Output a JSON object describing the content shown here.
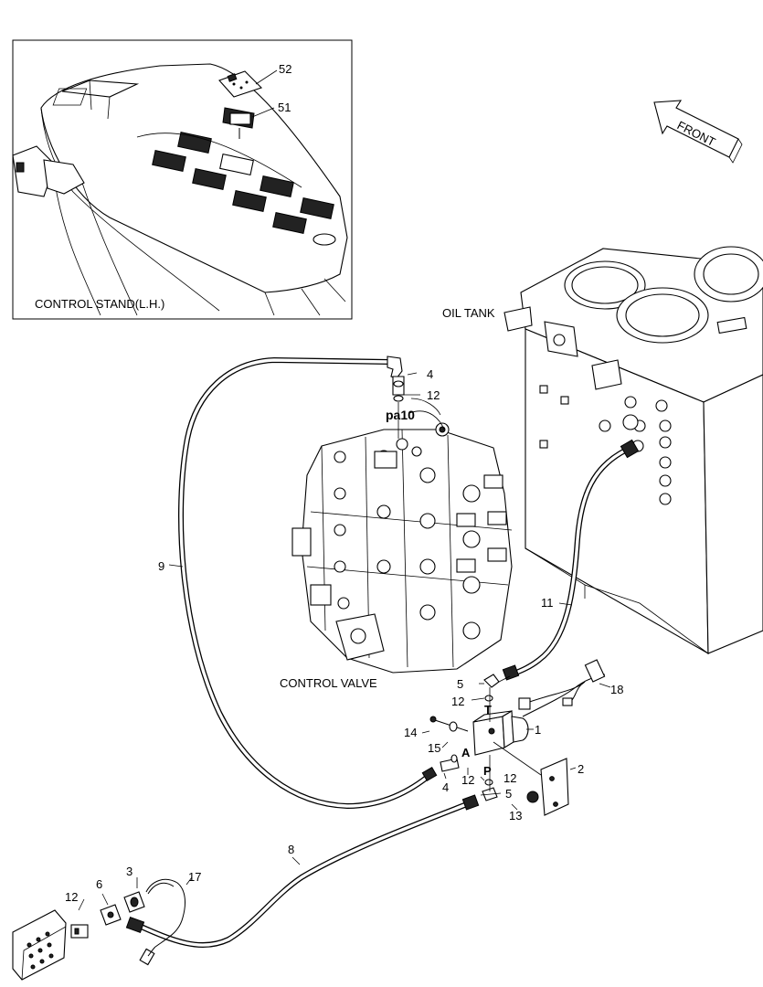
{
  "labels": {
    "control_stand": "CONTROL STAND(L.H.)",
    "oil_tank": "OIL TANK",
    "control_valve": "CONTROL VALVE",
    "front": "FRONT",
    "port_pa10": "pa10",
    "port_t": "T",
    "port_a": "A",
    "port_p": "P"
  },
  "callouts": {
    "c52": "52",
    "c51": "51",
    "c4_top": "4",
    "c12_top": "12",
    "c9": "9",
    "c11": "11",
    "c5_top": "5",
    "c12_mid": "12",
    "c18": "18",
    "c14": "14",
    "c1": "1",
    "c15": "15",
    "c4_low": "4",
    "c12_low": "12",
    "c2": "2",
    "c12_p": "12",
    "c5_low": "5",
    "c13": "13",
    "c8": "8",
    "c3": "3",
    "c6": "6",
    "c17": "17",
    "c12_bl": "12"
  }
}
